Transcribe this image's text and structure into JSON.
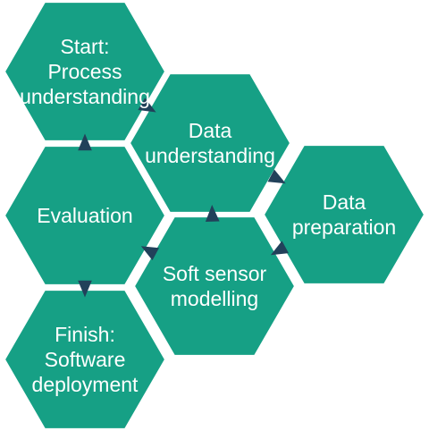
{
  "colors": {
    "hex_fill": "#16a085",
    "hex_outline": "#ffffff",
    "arrow": "#22415a",
    "background": "#ffffff"
  },
  "steps": [
    {
      "id": "process-understanding",
      "lines": [
        "Start:",
        "Process",
        "understanding"
      ]
    },
    {
      "id": "data-understanding",
      "lines": [
        "Data",
        "understanding"
      ]
    },
    {
      "id": "data-preparation",
      "lines": [
        "Data",
        "preparation"
      ]
    },
    {
      "id": "soft-sensor-modelling",
      "lines": [
        "Soft sensor",
        "modelling"
      ]
    },
    {
      "id": "evaluation",
      "lines": [
        "Evaluation"
      ]
    },
    {
      "id": "software-deployment",
      "lines": [
        "Finish:",
        "Software",
        "deployment"
      ]
    }
  ],
  "transitions": [
    {
      "from": "process-understanding",
      "to": "data-understanding"
    },
    {
      "from": "data-understanding",
      "to": "data-preparation"
    },
    {
      "from": "data-preparation",
      "to": "soft-sensor-modelling"
    },
    {
      "from": "soft-sensor-modelling",
      "to": "data-understanding"
    },
    {
      "from": "soft-sensor-modelling",
      "to": "evaluation"
    },
    {
      "from": "evaluation",
      "to": "process-understanding"
    },
    {
      "from": "evaluation",
      "to": "software-deployment"
    }
  ]
}
